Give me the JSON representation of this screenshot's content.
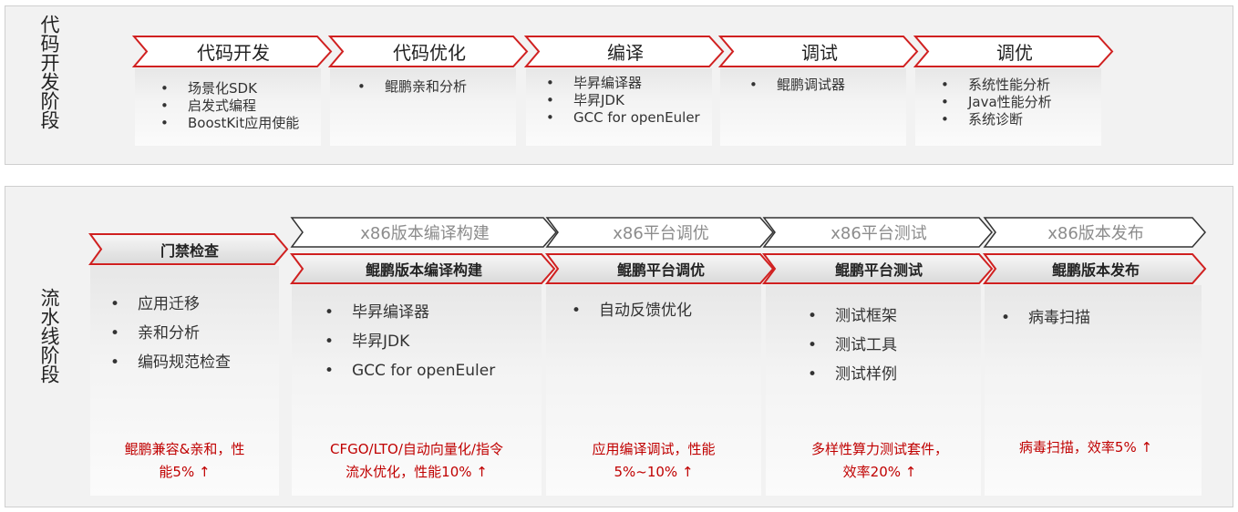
{
  "dev": {
    "label": "代码开发阶段",
    "steps": [
      {
        "title": "代码开发",
        "items": [
          "场景化SDK",
          "启发式编程",
          "BoostKit应用使能"
        ]
      },
      {
        "title": "代码优化",
        "items": [
          "鲲鹏亲和分析"
        ]
      },
      {
        "title": "编译",
        "items": [
          "毕昇编译器",
          "毕昇JDK",
          "GCC for openEuler"
        ]
      },
      {
        "title": "调试",
        "items": [
          "鲲鹏调试器"
        ]
      },
      {
        "title": "调优",
        "items": [
          "系统性能分析",
          "Java性能分析",
          "系统诊断"
        ]
      }
    ]
  },
  "pipeline": {
    "label": "流水线阶段",
    "x86_steps": [
      "x86版本编译构建",
      "x86平台调优",
      "x86平台测试",
      "x86版本发布"
    ],
    "steps": [
      {
        "title": "门禁检查",
        "items": [
          "应用迁移",
          "亲和分析",
          "编码规范检查"
        ],
        "note_lines": [
          "鲲鹏兼容&亲和，性",
          "能5% ↑"
        ]
      },
      {
        "title": "鲲鹏版本编译构建",
        "items": [
          "毕昇编译器",
          "毕昇JDK",
          "GCC for openEuler"
        ],
        "note_lines": [
          "CFGO/LTO/自动向量化/指令",
          "流水优化，性能10% ↑"
        ]
      },
      {
        "title": "鲲鹏平台调优",
        "items": [
          "自动反馈优化"
        ],
        "note_lines": [
          "应用编译调试，性能",
          "5%~10% ↑"
        ]
      },
      {
        "title": "鲲鹏平台测试",
        "items": [
          "测试框架",
          "测试工具",
          "测试样例"
        ],
        "note_lines": [
          "多样性算力测试套件，",
          "效率20% ↑"
        ]
      },
      {
        "title": "鲲鹏版本发布",
        "items": [
          "病毒扫描"
        ],
        "note_lines": [
          "病毒扫描，效率5% ↑"
        ]
      }
    ]
  },
  "colors": {
    "accent": "#c00000",
    "muted": "#8c8c8c",
    "border": "#cfcfcf"
  }
}
